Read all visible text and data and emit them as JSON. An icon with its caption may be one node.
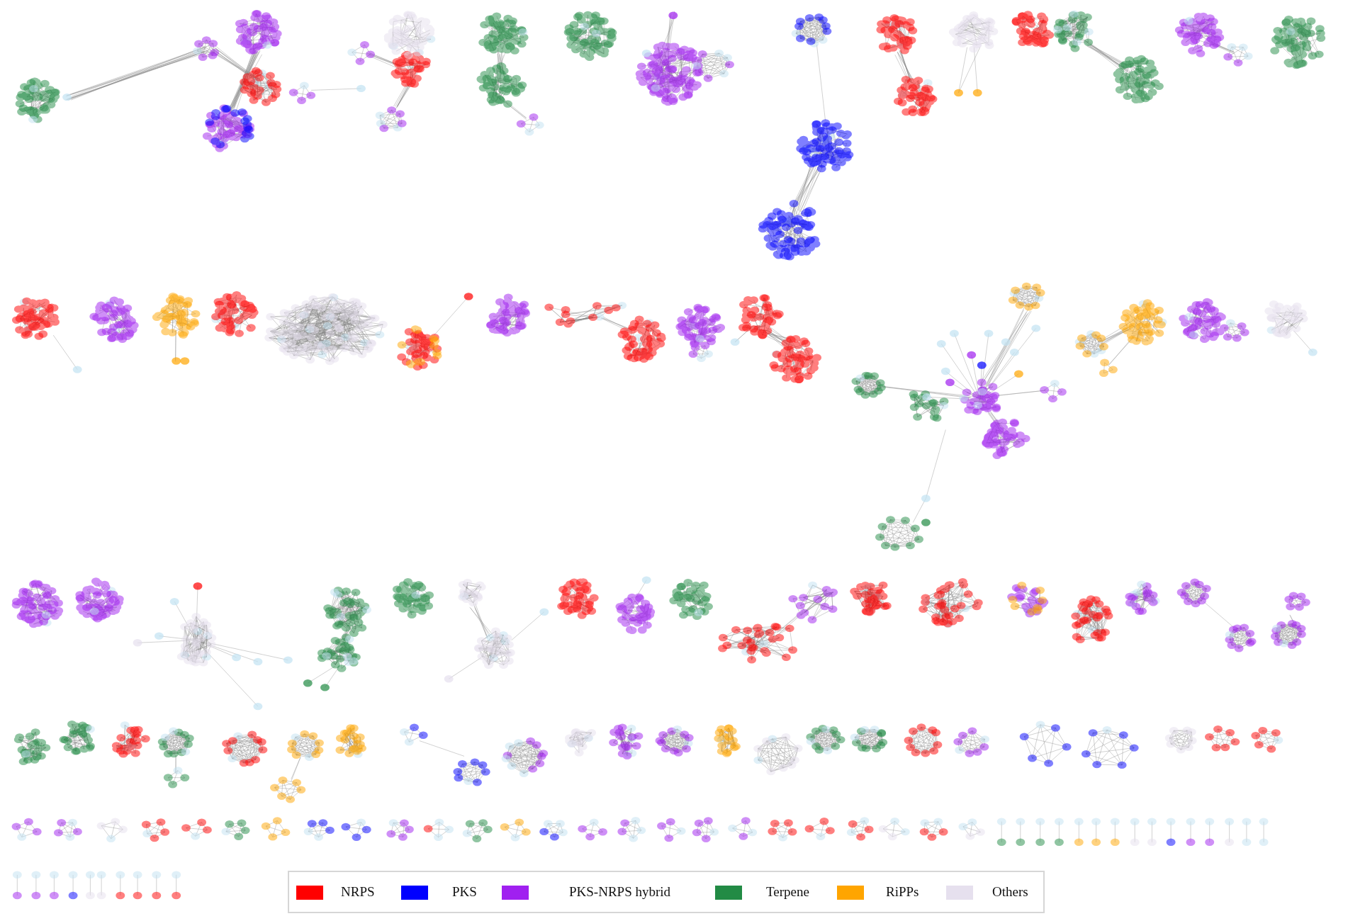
{
  "diagram": {
    "legend": [
      {
        "text": "NRPS",
        "color": "#ff0000"
      },
      {
        "text": "PKS",
        "color": "#0000ff"
      },
      {
        "text": "PKS-NRPS hybrid",
        "color": "#a020f0"
      },
      {
        "text": "Terpene",
        "color": "#228b45"
      },
      {
        "text": "RiPPs",
        "color": "#ffa500"
      },
      {
        "text": "Others",
        "color": "#e6e0ee"
      }
    ]
  }
}
